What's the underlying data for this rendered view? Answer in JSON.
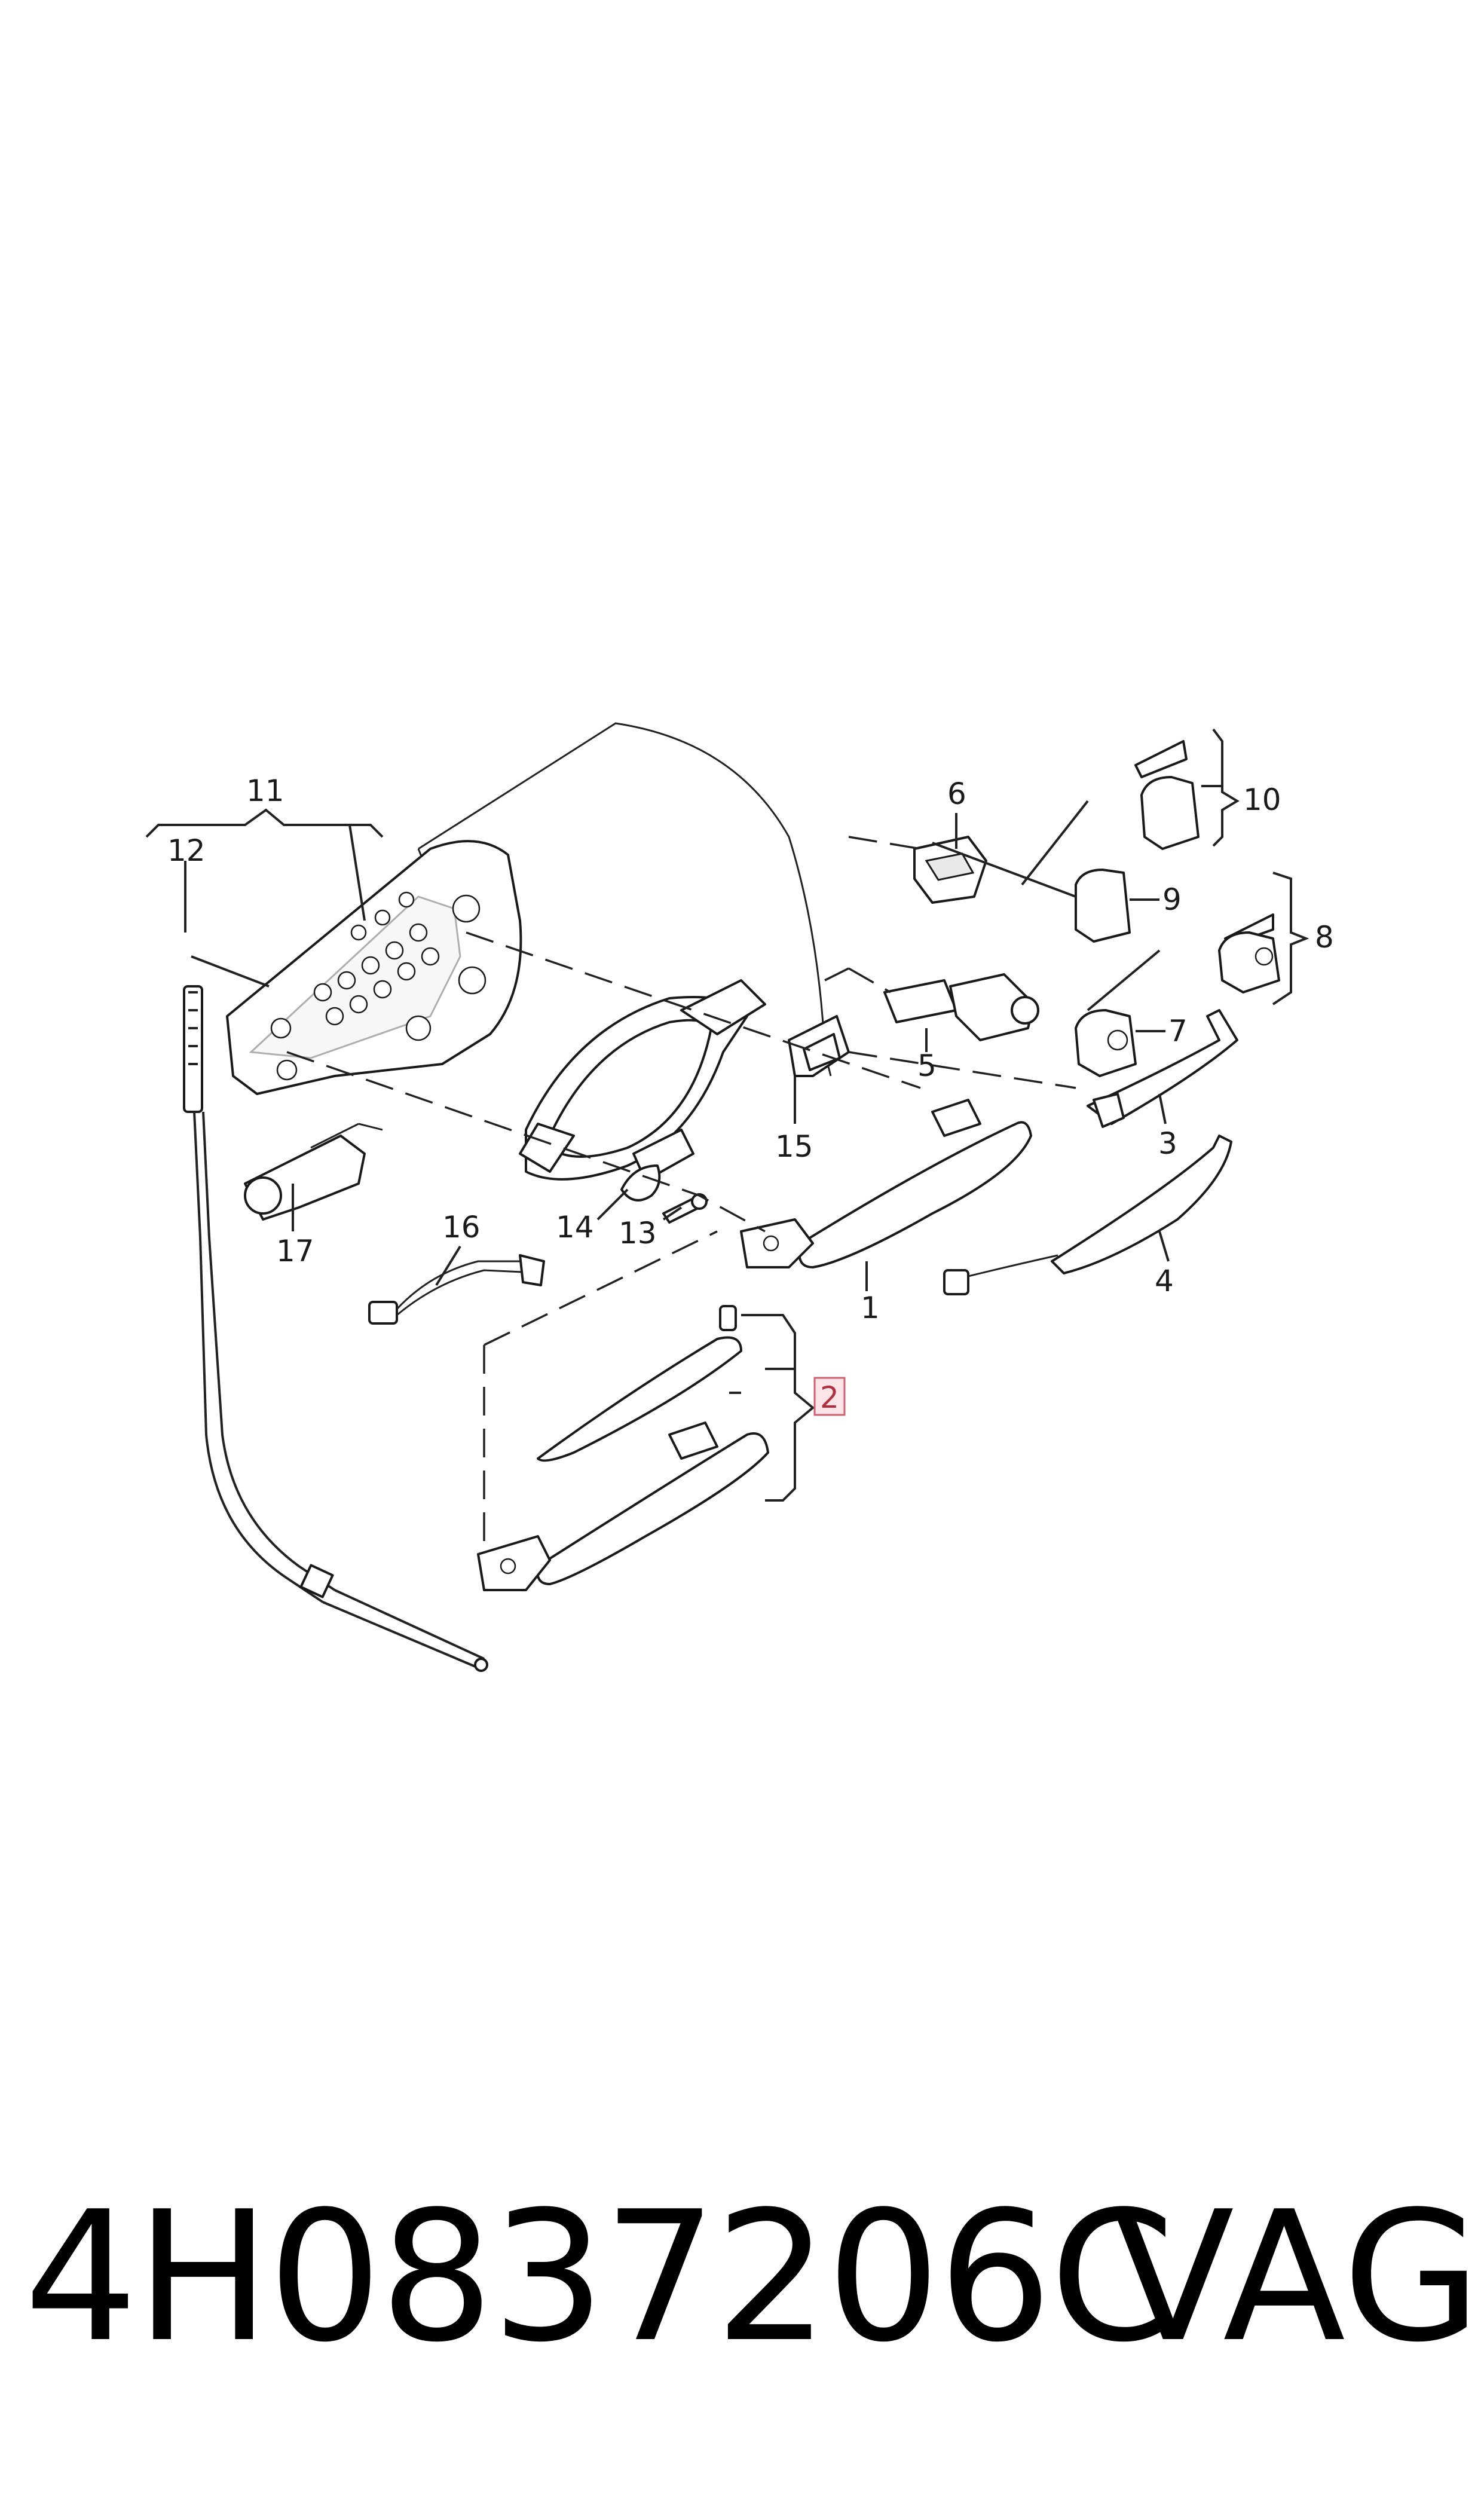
{
  "diagram": {
    "callouts": {
      "c1": "1",
      "c2": "2",
      "c3": "3",
      "c4": "4",
      "c5": "5",
      "c6": "6",
      "c7": "7",
      "c8": "8",
      "c9": "9",
      "c10": "10",
      "c11": "11",
      "c12": "12",
      "c13": "13",
      "c14": "14",
      "c15": "15",
      "c16": "16",
      "c17": "17"
    },
    "highlighted_callout": "2",
    "colors": {
      "line": "#1a1a1a",
      "highlight_fill": "#fbe4e7",
      "highlight_stroke": "#d06070",
      "highlight_text": "#b03040"
    }
  },
  "footer": {
    "part_number": "4H0837206C",
    "brand": "VAG"
  }
}
